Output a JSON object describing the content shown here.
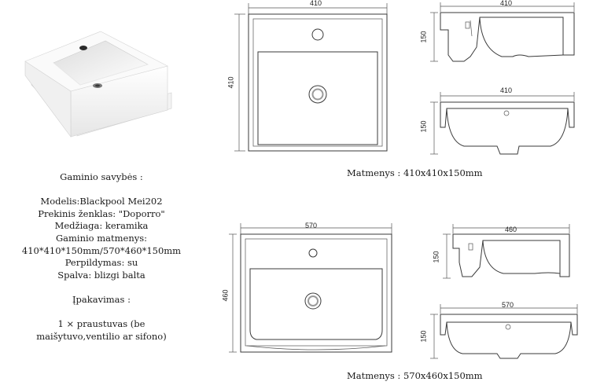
{
  "drawing1": {
    "top": {
      "width_label": "410",
      "height_label": "410"
    },
    "side": {
      "width_label": "410",
      "height_label": "150"
    },
    "front": {
      "width_label": "410",
      "height_label": "150"
    },
    "caption": "Matmenys : 410x410x150mm"
  },
  "drawing2": {
    "top": {
      "width_label": "570",
      "height_label": "460"
    },
    "side": {
      "width_label": "460",
      "height_label": "150"
    },
    "front": {
      "width_label": "570",
      "height_label": "150"
    },
    "caption": "Matmenys : 570x460x150mm"
  },
  "specs": {
    "heading": "Gaminio savybės :",
    "model": "Modelis:Blackpool Mei202",
    "brand": "Prekinis ženklas: \"Doporro\"",
    "material": "Medžiaga: keramika",
    "dimensions_label": "Gaminio matmenys:",
    "dimensions_value": "410*410*150mm/570*460*150mm",
    "overflow": "Perpildymas: su",
    "color": "Spalva: blizgi balta",
    "package_heading": "Įpakavimas :",
    "package_line1": "1 × praustuvas (be",
    "package_line2": "maišytuvo,ventilio ar sifono)"
  },
  "colors": {
    "line": "#3a3a3a",
    "ceramic": "#f4f4f4",
    "drain": "#9a9a9a"
  },
  "icons": {
    "product_photo": "ceramic-washbasin-photo"
  }
}
